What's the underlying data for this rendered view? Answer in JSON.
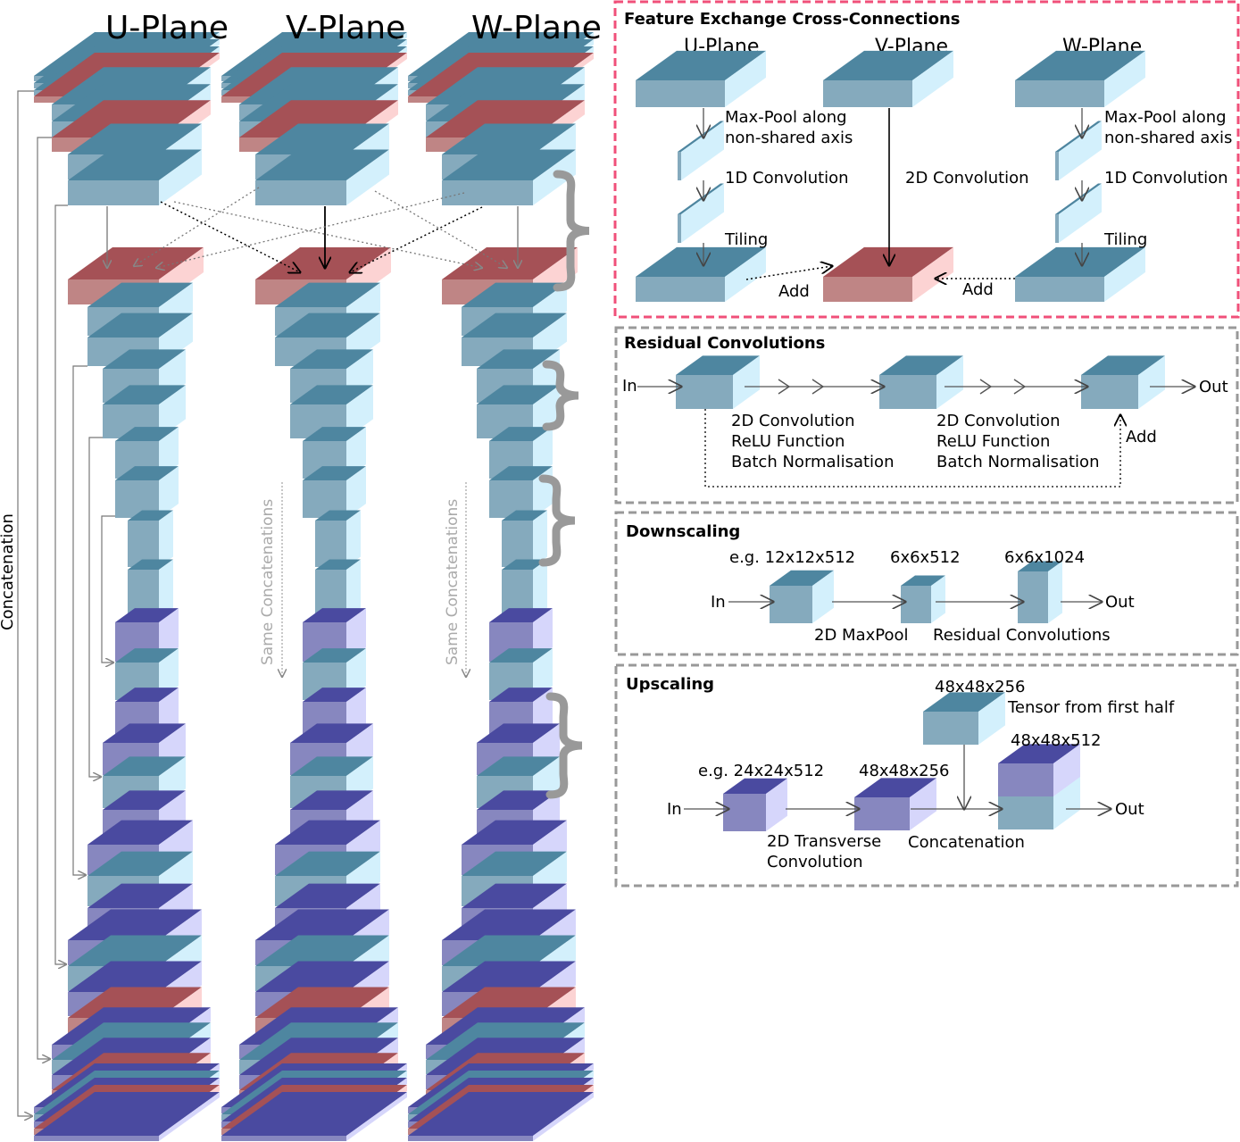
{
  "planes": {
    "u": "U-Plane",
    "v": "V-Plane",
    "w": "W-Plane"
  },
  "left_labels": {
    "concatenation": "Concatenation",
    "same_concat_v": "Same Concatenations",
    "same_concat_w": "Same Concatenations"
  },
  "feature_exchange": {
    "title": "Feature Exchange Cross-Connections",
    "u_plane": "U-Plane",
    "v_plane": "V-Plane",
    "w_plane": "W-Plane",
    "maxpool_u_1": "Max-Pool along",
    "maxpool_u_2": "non-shared axis",
    "maxpool_w_1": "Max-Pool along",
    "maxpool_w_2": "non-shared axis",
    "conv1d_u": "1D Convolution",
    "conv1d_w": "1D Convolution",
    "conv2d": "2D Convolution",
    "tiling_u": "Tiling",
    "tiling_w": "Tiling",
    "add_left": "Add",
    "add_right": "Add"
  },
  "residual": {
    "title": "Residual Convolutions",
    "in": "In",
    "out": "Out",
    "add": "Add",
    "op1_line1": "2D Convolution",
    "op1_line2": "ReLU Function",
    "op1_line3": "Batch Normalisation",
    "op2_line1": "2D Convolution",
    "op2_line2": "ReLU Function",
    "op2_line3": "Batch Normalisation"
  },
  "downscaling": {
    "title": "Downscaling",
    "in": "In",
    "out": "Out",
    "size1": "e.g. 12x12x512",
    "size2": "6x6x512",
    "size3": "6x6x1024",
    "op1": "2D MaxPool",
    "op2": "Residual Convolutions"
  },
  "upscaling": {
    "title": "Upscaling",
    "in": "In",
    "out": "Out",
    "size_in": "e.g. 24x24x512",
    "size_mid": "48x48x256",
    "size_top": "48x48x256",
    "top_caption": "Tensor from first half",
    "size_out": "48x48x512",
    "op1_line1": "2D Transverse",
    "op1_line2": "Convolution",
    "op2": "Concatenation"
  },
  "colors": {
    "blue_front": "#85aabd",
    "blue_top": "#4e86a0",
    "blue_side": "#d3f0fc",
    "red_front": "#bf8585",
    "red_top": "#a55156",
    "red_side": "#fcd3d3",
    "purple_front": "#8787bf",
    "purple_top": "#4a4aa0",
    "purple_side": "#d6d6fb",
    "brace": "#999999",
    "highlight_border": "#f0507a",
    "panel_border": "#999999"
  }
}
